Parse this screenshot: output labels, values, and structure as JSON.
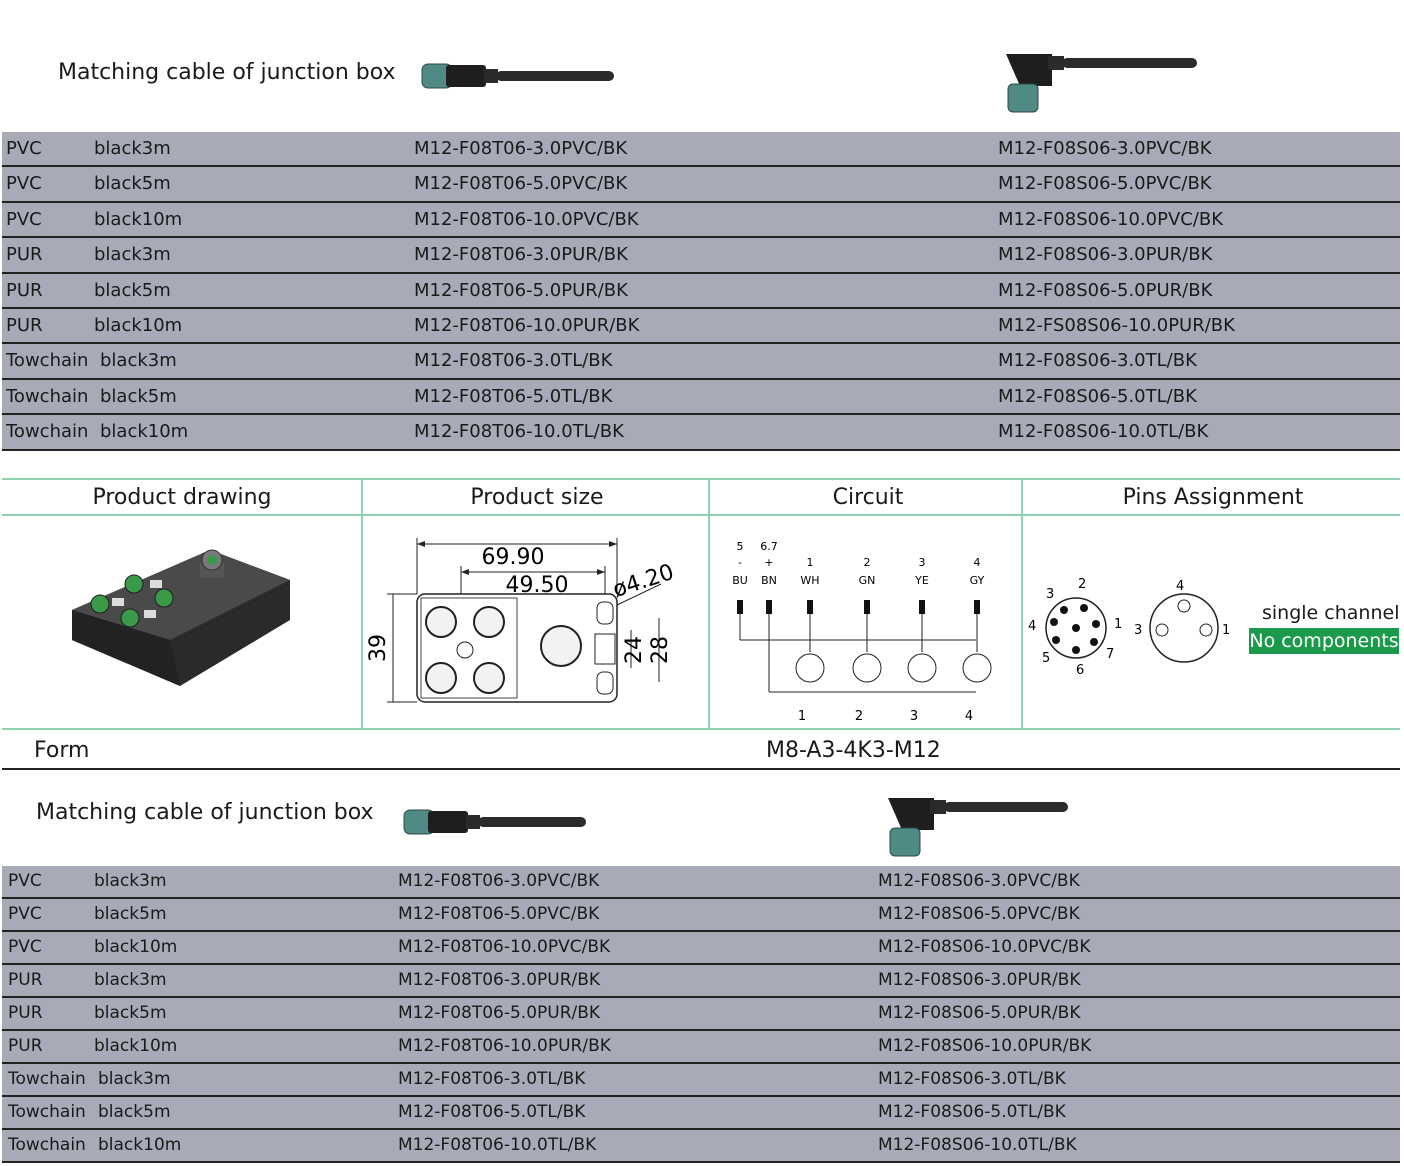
{
  "section1": {
    "title": "Matching cable of junction box",
    "rows": [
      {
        "material": "PVC",
        "length": "black3m",
        "straight": "M12-F08T06-3.0PVC/BK",
        "angled": "M12-F08S06-3.0PVC/BK"
      },
      {
        "material": "PVC",
        "length": "black5m",
        "straight": "M12-F08T06-5.0PVC/BK",
        "angled": "M12-F08S06-5.0PVC/BK"
      },
      {
        "material": "PVC",
        "length": "black10m",
        "straight": "M12-F08T06-10.0PVC/BK",
        "angled": "M12-F08S06-10.0PVC/BK"
      },
      {
        "material": "PUR",
        "length": "black3m",
        "straight": "M12-F08T06-3.0PUR/BK",
        "angled": "M12-F08S06-3.0PUR/BK"
      },
      {
        "material": "PUR",
        "length": "black5m",
        "straight": "M12-F08T06-5.0PUR/BK",
        "angled": "M12-F08S06-5.0PUR/BK"
      },
      {
        "material": "PUR",
        "length": "black10m",
        "straight": "M12-F08T06-10.0PUR/BK",
        "angled": "M12-FS08S06-10.0PUR/BK"
      },
      {
        "material": "Towchain",
        "length": "black3m",
        "straight": "M12-F08T06-3.0TL/BK",
        "angled": "M12-F08S06-3.0TL/BK"
      },
      {
        "material": "Towchain",
        "length": "black5m",
        "straight": "M12-F08T06-5.0TL/BK",
        "angled": "M12-F08S06-5.0TL/BK"
      },
      {
        "material": "Towchain",
        "length": "black10m",
        "straight": "M12-F08T06-10.0TL/BK",
        "angled": "M12-F08S06-10.0TL/BK"
      }
    ]
  },
  "headers": {
    "drawing": "Product drawing",
    "size": "Product size",
    "circuit": "Circuit",
    "pins": "Pins Assignment"
  },
  "size_dims": {
    "width_outer": "69.90",
    "width_inner": "49.50",
    "hole": "ø4.20",
    "height": "39",
    "h24": "24",
    "h28": "28"
  },
  "circuit": {
    "top_nums": [
      "5",
      "6.7",
      "1",
      "2",
      "3",
      "4"
    ],
    "signs": [
      "-",
      "+"
    ],
    "colors": [
      "BU",
      "BN",
      "WH",
      "GN",
      "YE",
      "GY"
    ],
    "ports": [
      "1",
      "2",
      "3",
      "4"
    ]
  },
  "pins": {
    "single_channel": "single channel",
    "no_components": "No components",
    "no_components_bg": "#1a9a4a"
  },
  "form": {
    "label": "Form",
    "value": "M8-A3-4K3-M12"
  },
  "section2": {
    "title": "Matching cable of junction box",
    "rows": [
      {
        "material": "PVC",
        "length": "black3m",
        "straight": "M12-F08T06-3.0PVC/BK",
        "angled": "M12-F08S06-3.0PVC/BK"
      },
      {
        "material": "PVC",
        "length": "black5m",
        "straight": "M12-F08T06-5.0PVC/BK",
        "angled": "M12-F08S06-5.0PVC/BK"
      },
      {
        "material": "PVC",
        "length": "black10m",
        "straight": "M12-F08T06-10.0PVC/BK",
        "angled": "M12-F08S06-10.0PVC/BK"
      },
      {
        "material": "PUR",
        "length": "black3m",
        "straight": "M12-F08T06-3.0PUR/BK",
        "angled": "M12-F08S06-3.0PUR/BK"
      },
      {
        "material": "PUR",
        "length": "black5m",
        "straight": "M12-F08T06-5.0PUR/BK",
        "angled": "M12-F08S06-5.0PUR/BK"
      },
      {
        "material": "PUR",
        "length": "black10m",
        "straight": "M12-F08T06-10.0PUR/BK",
        "angled": "M12-F08S06-10.0PUR/BK"
      },
      {
        "material": "Towchain",
        "length": "black3m",
        "straight": "M12-F08T06-3.0TL/BK",
        "angled": "M12-F08S06-3.0TL/BK"
      },
      {
        "material": "Towchain",
        "length": "black5m",
        "straight": "M12-F08T06-5.0TL/BK",
        "angled": "M12-F08S06-5.0TL/BK"
      },
      {
        "material": "Towchain",
        "length": "black10m",
        "straight": "M12-F08T06-10.0TL/BK",
        "angled": "M12-F08S06-10.0TL/BK"
      }
    ]
  }
}
